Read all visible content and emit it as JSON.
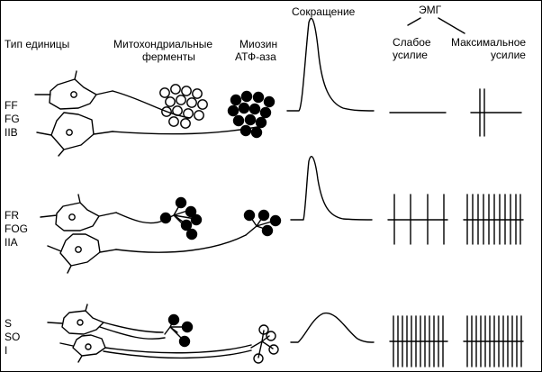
{
  "header": {
    "unit_type": "Тип единицы",
    "mito_1": "Митохондриальные",
    "mito_2": "ферменты",
    "myosin_1": "Миозин",
    "myosin_2": "АТФ-аза",
    "twitch": "Сокращение",
    "emg": "ЭМГ",
    "weak_1": "Слабое",
    "weak_2": "усилие",
    "max_1": "Максимальное",
    "max_2": "усилие"
  },
  "units": [
    {
      "labels": [
        "FF",
        "FG",
        "IIB"
      ]
    },
    {
      "labels": [
        "FR",
        "FOG",
        "IIA"
      ]
    },
    {
      "labels": [
        "S",
        "SO",
        "I"
      ]
    }
  ]
}
